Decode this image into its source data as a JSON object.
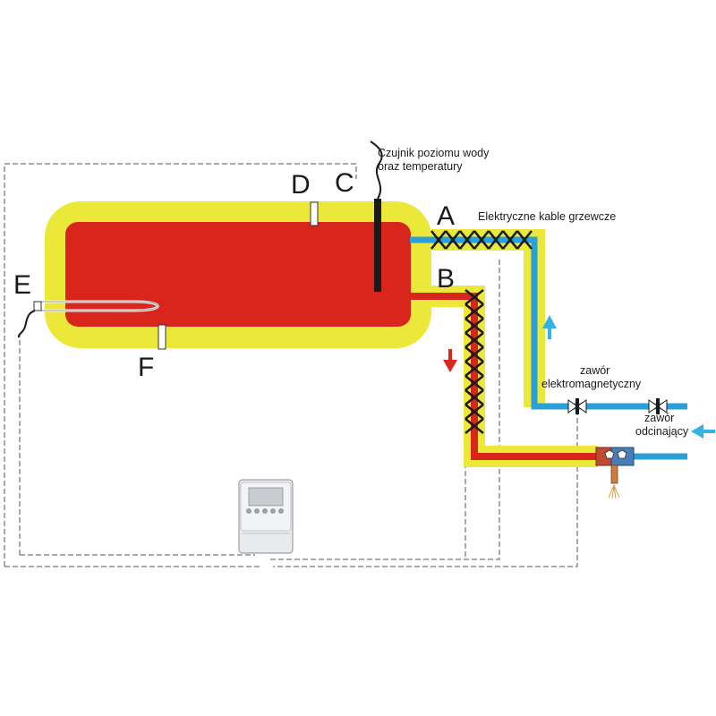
{
  "labels": {
    "A": "A",
    "B": "B",
    "C": "C",
    "D": "D",
    "E": "E",
    "F": "F"
  },
  "sensor_caption": {
    "line1": "Czujnik poziomu wody",
    "line2": "oraz temperatury"
  },
  "heating_cables_caption": "Elektryczne kable grzewcze",
  "solenoid_valve_caption": {
    "line1": "zawór",
    "line2": "elektromagnetyczny"
  },
  "shutoff_valve_caption": {
    "line1": "zawór",
    "line2": "odcinający"
  },
  "colors": {
    "insulation": "#ebe83a",
    "hot_water": "#d9261c",
    "cold_water": "#2a9fd8",
    "arrow_hot": "#d9261c",
    "arrow_cold": "#37b2e6",
    "controller_body": "#e8eaec"
  }
}
